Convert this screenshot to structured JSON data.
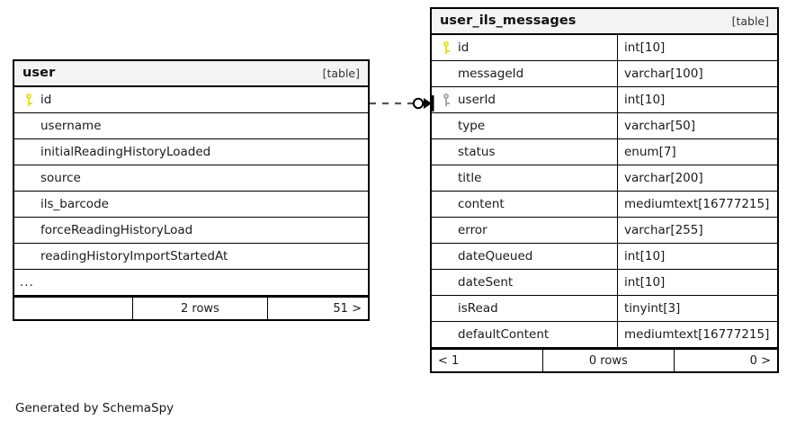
{
  "diagram": {
    "type": "entity-relationship-diagram",
    "generator_note": "Generated by SchemaSpy",
    "background": "#ffffff",
    "primary_key_color": "#e8e020",
    "foreign_key_color": "#a8a8a8",
    "border_color": "#000000",
    "header_background": "#f4f4f4"
  },
  "tables": [
    {
      "id": "user",
      "name": "user",
      "tag": "[table]",
      "shows_types": false,
      "columns": [
        {
          "name": "id",
          "key": "primary",
          "type": ""
        },
        {
          "name": "username",
          "key": "none",
          "type": ""
        },
        {
          "name": "initialReadingHistoryLoaded",
          "key": "none",
          "type": ""
        },
        {
          "name": "source",
          "key": "none",
          "type": ""
        },
        {
          "name": "ils_barcode",
          "key": "none",
          "type": ""
        },
        {
          "name": "forceReadingHistoryLoad",
          "key": "none",
          "type": ""
        },
        {
          "name": "readingHistoryImportStartedAt",
          "key": "none",
          "type": ""
        },
        {
          "name": "...",
          "key": "ellipsis",
          "type": ""
        }
      ],
      "footer": {
        "left": "",
        "center": "2 rows",
        "right": "51 >"
      }
    },
    {
      "id": "user_ils_messages",
      "name": "user_ils_messages",
      "tag": "[table]",
      "shows_types": true,
      "columns": [
        {
          "name": "id",
          "key": "primary",
          "type": "int[10]"
        },
        {
          "name": "messageId",
          "key": "none",
          "type": "varchar[100]"
        },
        {
          "name": "userId",
          "key": "foreign",
          "type": "int[10]"
        },
        {
          "name": "type",
          "key": "none",
          "type": "varchar[50]"
        },
        {
          "name": "status",
          "key": "none",
          "type": "enum[7]"
        },
        {
          "name": "title",
          "key": "none",
          "type": "varchar[200]"
        },
        {
          "name": "content",
          "key": "none",
          "type": "mediumtext[16777215]"
        },
        {
          "name": "error",
          "key": "none",
          "type": "varchar[255]"
        },
        {
          "name": "dateQueued",
          "key": "none",
          "type": "int[10]"
        },
        {
          "name": "dateSent",
          "key": "none",
          "type": "int[10]"
        },
        {
          "name": "isRead",
          "key": "none",
          "type": "tinyint[3]"
        },
        {
          "name": "defaultContent",
          "key": "none",
          "type": "mediumtext[16777215]"
        }
      ],
      "footer": {
        "left": "< 1",
        "center": "0 rows",
        "right": "0 >"
      }
    }
  ],
  "relationship": {
    "from_table": "user",
    "from_column": "id",
    "to_table": "user_ils_messages",
    "to_column": "userId",
    "line_style": "dashed",
    "start_marker": "none",
    "end_marker": "circle-and-arrow"
  }
}
